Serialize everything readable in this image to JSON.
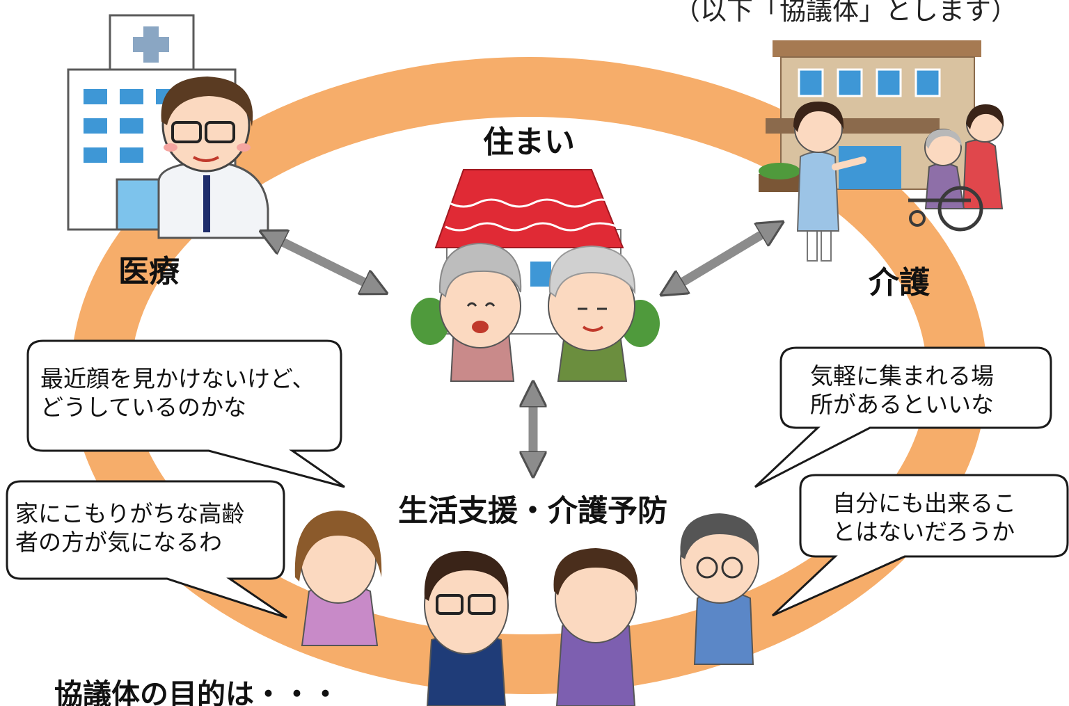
{
  "header_note": "（以下「協議体」とします）",
  "labels": {
    "housing": "住まい",
    "medical": "医療",
    "care": "介護",
    "support": "生活支援・介護予防",
    "purpose": "協議体の目的は・・・"
  },
  "bubbles": {
    "top_left": [
      "最近顔を見かけないけど、",
      "どうしているのかな"
    ],
    "bottom_left": [
      "家にこもりがちな高齢",
      "者の方が気になるわ"
    ],
    "top_right": [
      "気軽に集まれる場",
      "所があるといいな"
    ],
    "bottom_right": [
      "自分にも出来るこ",
      "とはないだろうか"
    ]
  },
  "icons": [
    "hospital-icon",
    "doctor-icon",
    "care-facility-icon",
    "caregiver-icon",
    "wheelchair-icon",
    "house-icon",
    "elderly-couple-icon",
    "resident-icon"
  ],
  "colors": {
    "ring": "#f6ad6a",
    "arrow": "#8c8c8c",
    "roof": "#e02a35",
    "bubble_border": "#1a1a1a"
  }
}
